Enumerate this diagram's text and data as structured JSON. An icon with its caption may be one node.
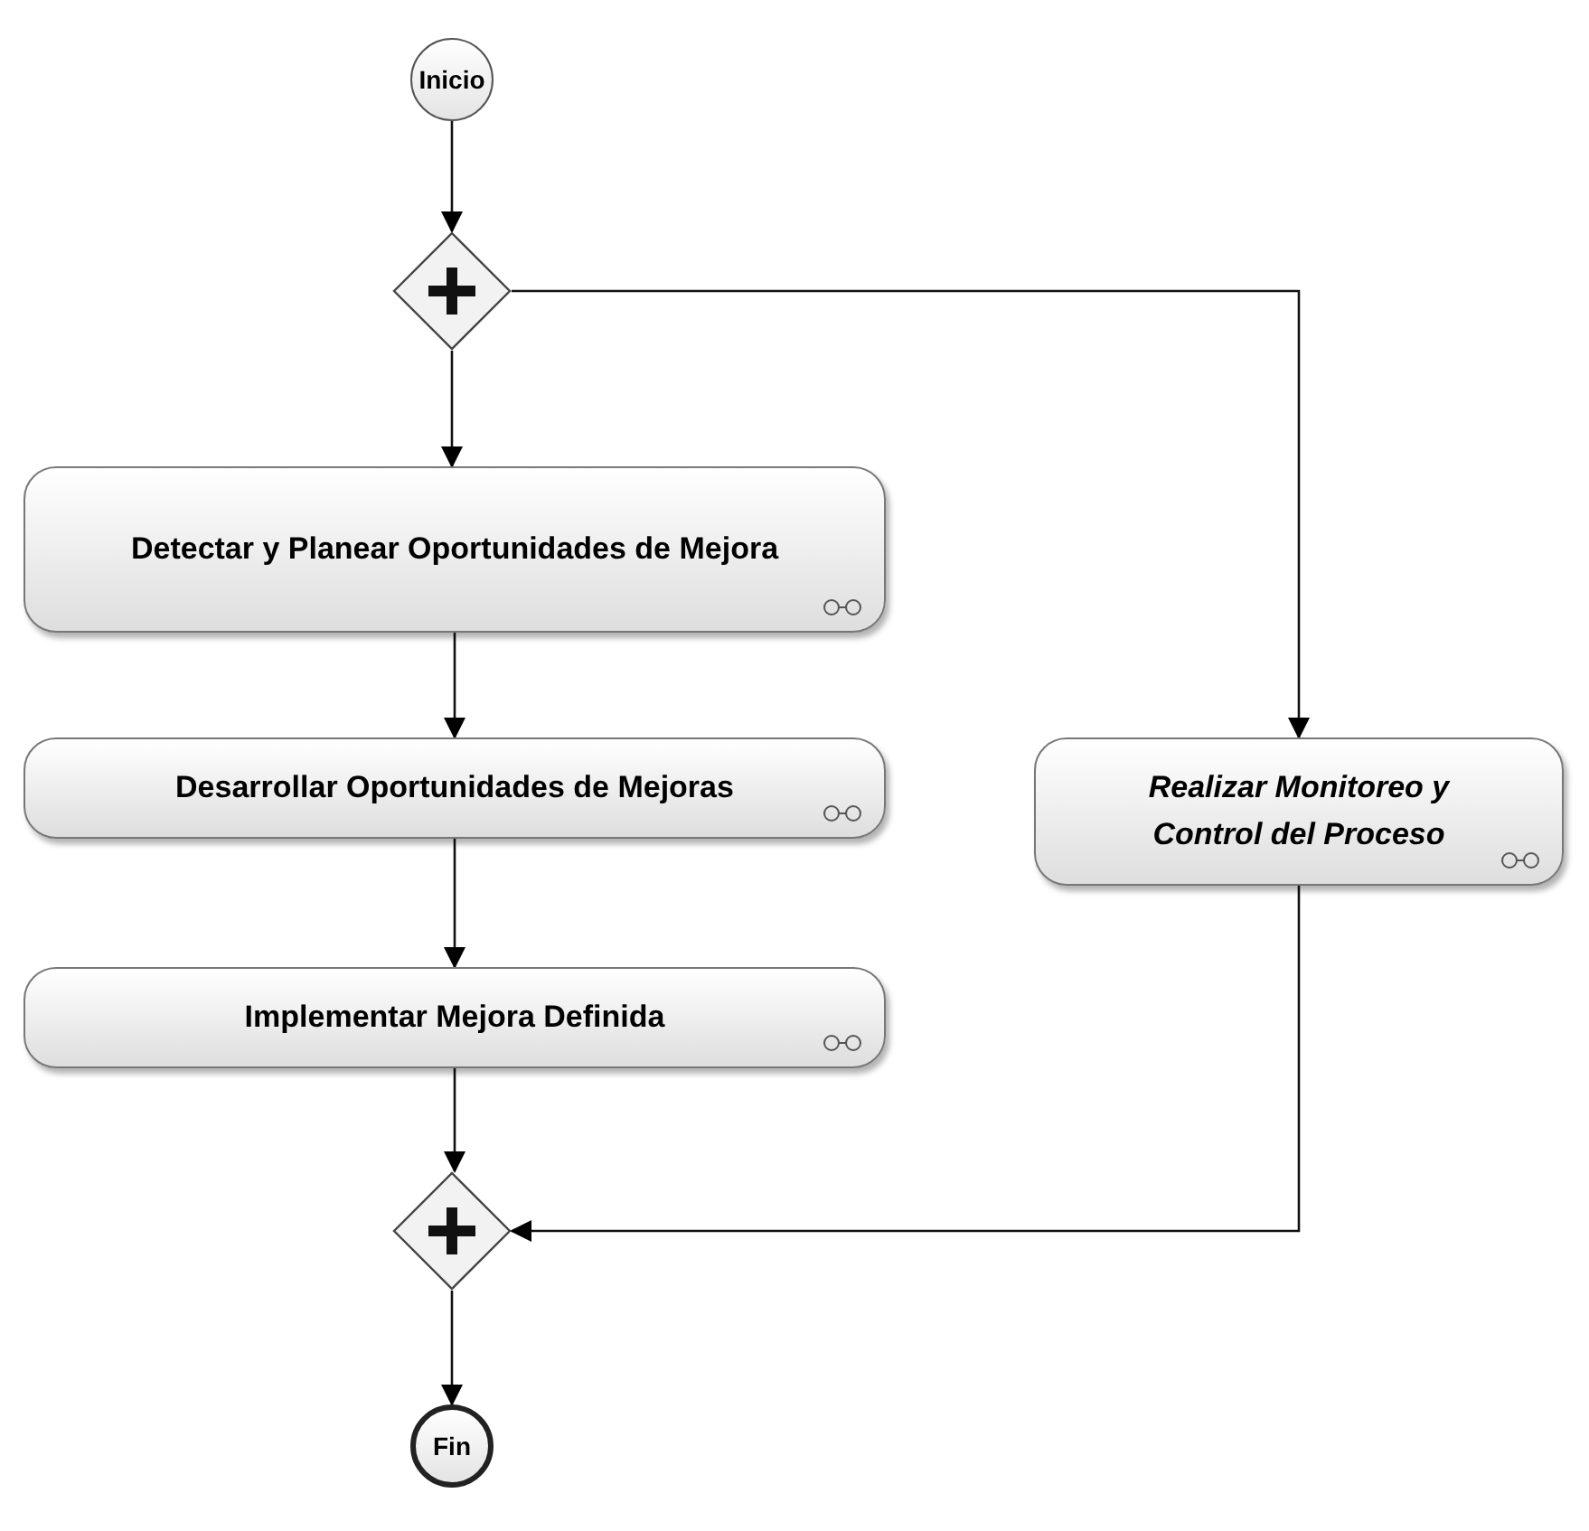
{
  "diagram": {
    "nodes": [
      {
        "text": [
          "Inicio"
        ]
      },
      {
        "text": [],
        "shape": "diamond"
      },
      {
        "text": [
          "Detectar y Planear Oportunidades de Mejora"
        ]
      },
      {
        "text": [
          "Desarrollar Oportunidades de Mejoras"
        ]
      },
      {
        "text": [
          "Implementar Mejora Definida"
        ]
      },
      {
        "text": [
          "Realizar Monitoreo y Control del Proceso"
        ]
      },
      {
        "text": [],
        "shape": "diamond"
      },
      {
        "text": [
          "Fin"
        ]
      }
    ],
    "edges": [
      {
        "from": 0,
        "to": 1,
        "arrow": "to"
      },
      {
        "from": 1,
        "to": 2,
        "arrow": "to"
      },
      {
        "from": 1,
        "to": 5,
        "arrow": "to"
      },
      {
        "from": 2,
        "to": 3,
        "arrow": "to"
      },
      {
        "from": 3,
        "to": 4,
        "arrow": "to"
      },
      {
        "from": 4,
        "to": 6,
        "arrow": "to"
      },
      {
        "from": 5,
        "to": 6,
        "arrow": "to"
      },
      {
        "from": 6,
        "to": 7,
        "arrow": "to"
      }
    ]
  }
}
